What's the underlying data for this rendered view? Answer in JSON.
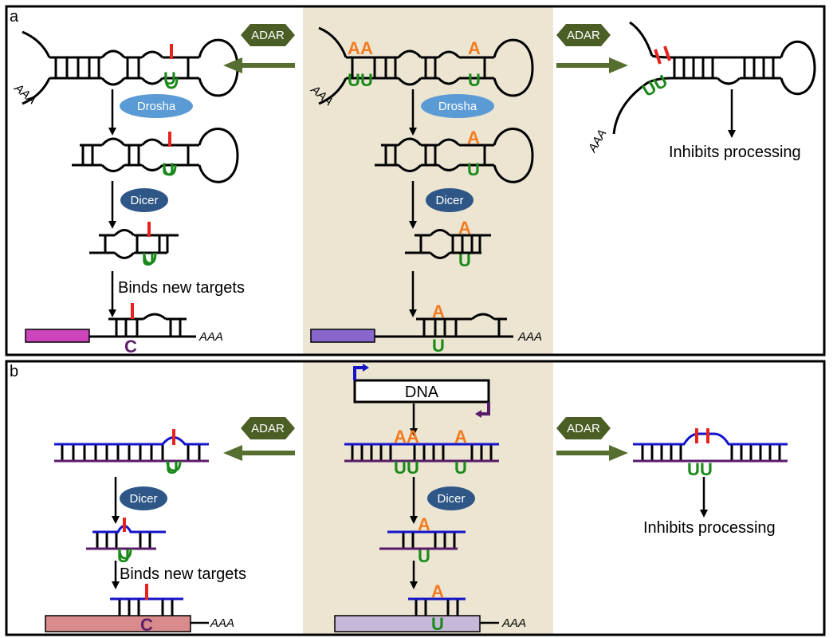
{
  "colors": {
    "edit_mark": "#e8231f",
    "adenosine": "#f47b20",
    "uridine": "#1a8a1a",
    "cytidine": "#5c1e6b",
    "adar_fill": "#4b5e26",
    "adar_arrow": "#566e2f",
    "drosha": "#5b9bd5",
    "dicer": "#2e5686",
    "center_panel_bg": "#ebe5d2",
    "dna_strand_top": "#1414c8",
    "dna_strand_bottom": "#5a1a6a",
    "target_mrna_a_left": "#cc44bb",
    "target_mrna_a_center": "#8866cc",
    "target_mrna_b_left": "#d98a8a",
    "target_mrna_b_center": "#c6b8d8"
  },
  "panel_a": {
    "label": "a",
    "adar_left": "ADAR",
    "adar_right": "ADAR",
    "drosha_left": "Drosha",
    "drosha_center": "Drosha",
    "dicer_left": "Dicer",
    "dicer_center": "Dicer",
    "binds_new_targets": "Binds new targets",
    "inhibits_processing": "Inhibits processing",
    "polyA_left_top": "AAA",
    "polyA_center_top": "AAA",
    "polyA_right_top": "AAA",
    "polyA_left_bottom": "AAA",
    "polyA_center_bottom": "AAA",
    "nuc_A": "A",
    "nuc_U": "U",
    "nuc_C": "C"
  },
  "panel_b": {
    "label": "b",
    "dna": "DNA",
    "adar_left": "ADAR",
    "adar_right": "ADAR",
    "dicer_left": "Dicer",
    "dicer_center": "Dicer",
    "binds_new_targets": "Binds new targets",
    "inhibits_processing": "Inhibits processing",
    "polyA_left": "AAA",
    "polyA_center": "AAA",
    "nuc_A": "A",
    "nuc_U": "U",
    "nuc_C": "C"
  }
}
